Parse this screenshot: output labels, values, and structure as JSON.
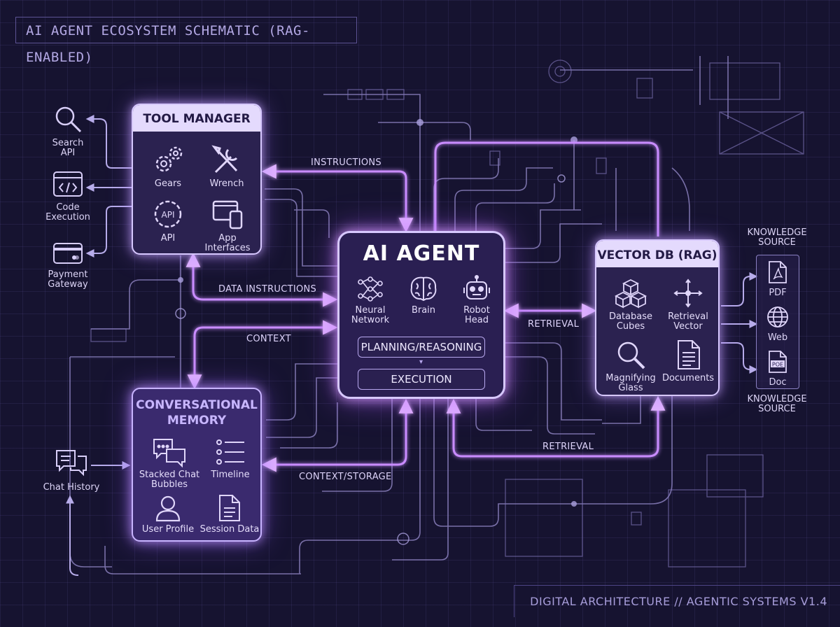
{
  "title": "AI AGENT ECOSYSTEM SCHEMATIC (RAG-ENABLED)",
  "footer": "DIGITAL ARCHITECTURE // AGENTIC SYSTEMS V1.4",
  "tool_manager": {
    "title": "TOOL MANAGER",
    "items": [
      "Gears",
      "Wrench",
      "API",
      "App Interfaces"
    ],
    "api_glyph": "API"
  },
  "ai_agent": {
    "title": "AI AGENT",
    "items": [
      [
        "Neural",
        "Network"
      ],
      [
        "Brain"
      ],
      [
        "Robot",
        "Head"
      ]
    ],
    "planning": "PLANNING/REASONING",
    "execution": "EXECUTION"
  },
  "vector_db": {
    "title": "VECTOR DB (RAG)",
    "items": [
      [
        "Database",
        "Cubes"
      ],
      [
        "Retrieval",
        "Vector"
      ],
      [
        "Magnifying",
        "Glass"
      ],
      [
        "Documents"
      ]
    ]
  },
  "memory": {
    "title": [
      "CONVERSATIONAL",
      "MEMORY"
    ],
    "items": [
      [
        "Stacked Chat",
        "Bubbles"
      ],
      [
        "Timeline"
      ],
      [
        "User Profile"
      ],
      [
        "Session Data"
      ]
    ]
  },
  "external_tools": [
    [
      "Search",
      "API"
    ],
    [
      "Code",
      "Execution"
    ],
    [
      "Payment",
      "Gateway"
    ]
  ],
  "chat_history": "Chat History",
  "knowledge": {
    "label_top": [
      "KNOWLEDGE",
      "SOURCE"
    ],
    "label_bottom": [
      "KNOWLEDGE",
      "SOURCE"
    ],
    "items": [
      "PDF",
      "Web",
      "Doc"
    ],
    "doc_glyph": "POE"
  },
  "edge_labels": {
    "instructions": "INSTRUCTIONS",
    "data_instructions": "DATA INSTRUCTIONS",
    "context": "CONTEXT",
    "context_storage": "CONTEXT/STORAGE",
    "retrieval_1": "RETRIEVAL",
    "retrieval_2": "RETRIEVAL"
  },
  "colors": {
    "background": "#161330",
    "box_fill": "#2b2250",
    "box_border": "#d7c8ff",
    "header_fill": "#e4dafd",
    "glow_wire": "#c98cff",
    "dim_wire": "#9a8fd0"
  }
}
